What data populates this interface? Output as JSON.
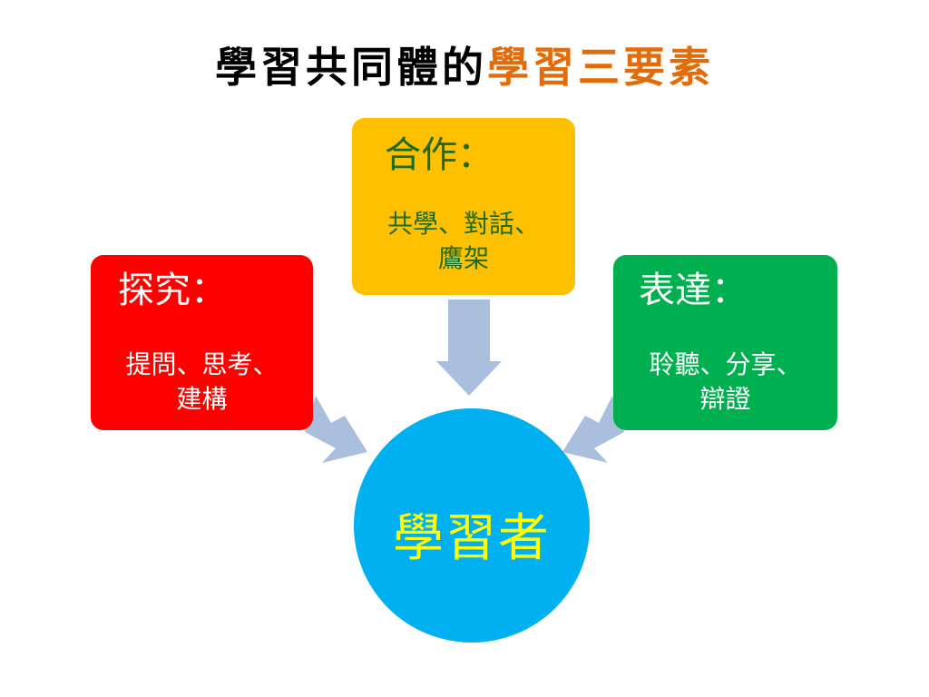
{
  "title": {
    "main": "學習共同體的",
    "accent": "學習三要素"
  },
  "boxes": {
    "inquiry": {
      "head": "探究：",
      "body_line1": "提問、思考、",
      "body_line2": "建構"
    },
    "cooperation": {
      "head": "合作：",
      "body_line1": "共學、對話、",
      "body_line2": "鷹架"
    },
    "expression": {
      "head": "表達：",
      "body_line1": "聆聽、分享、",
      "body_line2": "辯證"
    }
  },
  "center": {
    "label": "學習者"
  },
  "colors": {
    "accent": "#e36c0a",
    "inquiry": "#ff0000",
    "cooperation": "#ffc000",
    "expression": "#00b050",
    "center": "#00b0f0",
    "arrow": "#a9bfdd"
  }
}
